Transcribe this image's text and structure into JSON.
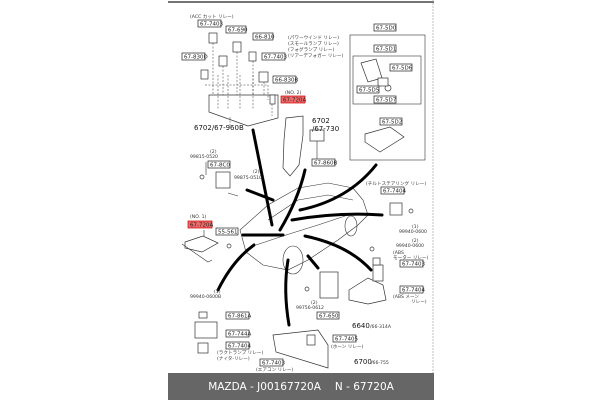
{
  "labels": {
    "acc_relay_note": "(ACC カット リレー)",
    "p_7403_top": "67-7403",
    "p_690": "67-690",
    "p_810": "66-810",
    "p_830d": "67-830D",
    "p_7403_mid": "67-7403",
    "relay_notes": [
      "(パワーウインド リレー)",
      "(スモールランプ リレー)",
      "(フォグランプ リレー)",
      "(リアーデフォガー リレー)"
    ],
    "p_830b": "66-830B",
    "no2": "(NO. 2)",
    "p_720a_top": "67-720A",
    "ref_6702_960b": "6702/67-960B",
    "ref_6702": "6702",
    "ref_67_730": "/67-730",
    "p_860b": "67-860B",
    "p_5d0": "67-5D0",
    "p_5d1": "67-5D1",
    "p_5d6": "67-5D6",
    "p_5d5": "67-5D5",
    "p_5d7": "67-5D7",
    "p_5d2": "67-5D2",
    "bolt_99815": "99815-0520",
    "qty_1": "(2)",
    "p_8c0": "67-8C0",
    "bolt_99875": "99875-0510",
    "qty_2": "(2)",
    "no1": "(NO. 1)",
    "p_720a_left": "67-720A",
    "p_561": "55-561",
    "tilt_note": "(チルトステアリング リレー)",
    "p_7404_tilt": "67-7404",
    "bolt_99940_a": "99940-0600",
    "qty_3": "(1)",
    "bolt_99940_b": "99940-0600",
    "qty_4": "(2)",
    "abs_motor_note": [
      "(ABS",
      "モーター リレー)"
    ],
    "p_7403_abs": "67-7403",
    "p_7404_abs": "67-7404",
    "abs_main_note": [
      "(ABS メーン",
      "リレー)"
    ],
    "p_650": "67-650",
    "bolt_99756": "99756-0612",
    "qty_5": "(2)",
    "ref_6640": "6640",
    "ref_66_314a": "/66-314A",
    "bolt_99940_c": "99940-0600B",
    "qty_6": "(1)",
    "p_861a": "67-861A",
    "p_744a": "67-744A",
    "p_7404_bottom": "67-7404",
    "bottom_notes": [
      "(ラクトランプ リレー)",
      "(ナイタ-リレー)"
    ],
    "p_7405": "67-7405",
    "horn_note": "(ホーン リレー)",
    "p_7403_bottom": "67-7403",
    "aircon_note": "(エアコン リレー)",
    "ref_6700": "6700",
    "ref_66_755": "/66-755"
  },
  "footer": {
    "brand_part": "MAZDA - J00167720A",
    "number": "N - 67720A"
  },
  "colors": {
    "highlight": "#f06a6a",
    "footer_bg": "#666666"
  }
}
